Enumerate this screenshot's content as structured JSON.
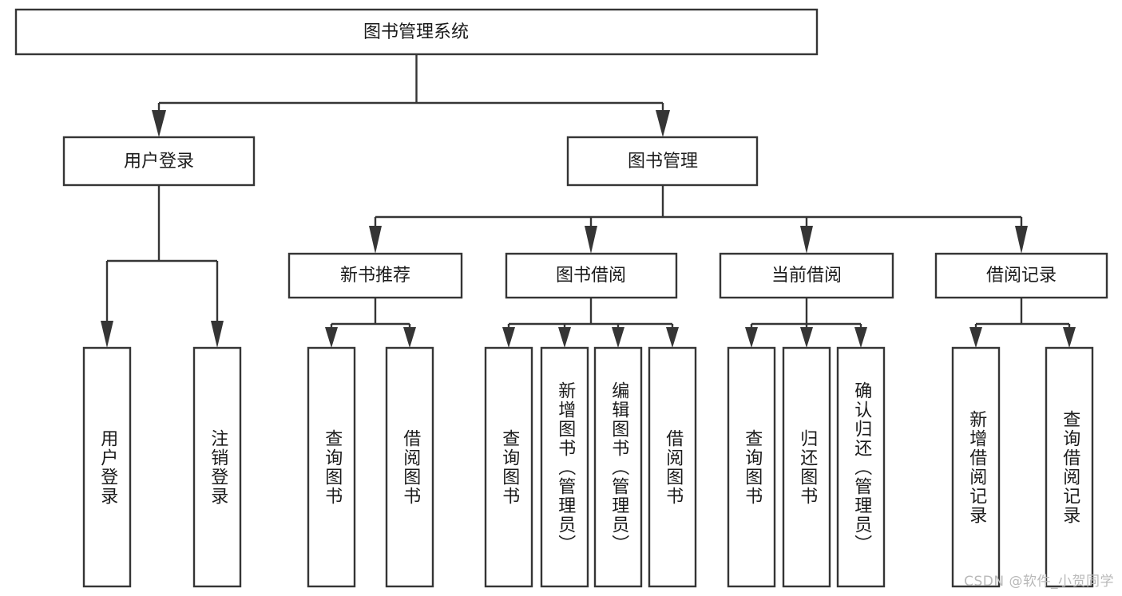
{
  "diagram": {
    "type": "tree-hierarchy",
    "title": "图书管理系统",
    "orientation": "top-down",
    "colors": {
      "box_fill": "#ffffff",
      "box_stroke": "#353535",
      "text": "#1b1b1b",
      "watermark": "#b9b9b9",
      "background": "#ffffff"
    },
    "levels": [
      {
        "level": 1,
        "nodes": [
          {
            "id": "root",
            "label": "图书管理系统",
            "orientation": "horizontal"
          }
        ]
      },
      {
        "level": 2,
        "nodes": [
          {
            "id": "login",
            "label": "用户登录",
            "orientation": "horizontal",
            "parent": "root"
          },
          {
            "id": "bookmgmt",
            "label": "图书管理",
            "orientation": "horizontal",
            "parent": "root"
          }
        ]
      },
      {
        "level": 3,
        "nodes": [
          {
            "id": "newbook",
            "label": "新书推荐",
            "orientation": "horizontal",
            "parent": "bookmgmt"
          },
          {
            "id": "borrow",
            "label": "图书借阅",
            "orientation": "horizontal",
            "parent": "bookmgmt"
          },
          {
            "id": "current",
            "label": "当前借阅",
            "orientation": "horizontal",
            "parent": "bookmgmt"
          },
          {
            "id": "record",
            "label": "借阅记录",
            "orientation": "horizontal",
            "parent": "bookmgmt"
          }
        ]
      },
      {
        "level": 4,
        "nodes": [
          {
            "id": "leaf-1",
            "label": "用户登录",
            "orientation": "vertical",
            "parent": "login"
          },
          {
            "id": "leaf-2",
            "label": "注销登录",
            "orientation": "vertical",
            "parent": "login"
          },
          {
            "id": "leaf-3",
            "label": "查询图书",
            "orientation": "vertical",
            "parent": "newbook"
          },
          {
            "id": "leaf-4",
            "label": "借阅图书",
            "orientation": "vertical",
            "parent": "newbook"
          },
          {
            "id": "leaf-5",
            "label": "查询图书",
            "orientation": "vertical",
            "parent": "borrow"
          },
          {
            "id": "leaf-6",
            "label": "新增图书（管理员）",
            "orientation": "vertical",
            "parent": "borrow"
          },
          {
            "id": "leaf-7",
            "label": "编辑图书（管理员）",
            "orientation": "vertical",
            "parent": "borrow"
          },
          {
            "id": "leaf-8",
            "label": "借阅图书",
            "orientation": "vertical",
            "parent": "borrow"
          },
          {
            "id": "leaf-9",
            "label": "查询图书",
            "orientation": "vertical",
            "parent": "current"
          },
          {
            "id": "leaf-10",
            "label": "归还图书",
            "orientation": "vertical",
            "parent": "current"
          },
          {
            "id": "leaf-11",
            "label": "确认归还（管理员）",
            "orientation": "vertical",
            "parent": "current"
          },
          {
            "id": "leaf-12",
            "label": "新增借阅记录",
            "orientation": "vertical",
            "parent": "record"
          },
          {
            "id": "leaf-13",
            "label": "查询借阅记录",
            "orientation": "vertical",
            "parent": "record"
          }
        ]
      }
    ]
  },
  "watermark": {
    "text": "CSDN @软件_小贺同学"
  }
}
